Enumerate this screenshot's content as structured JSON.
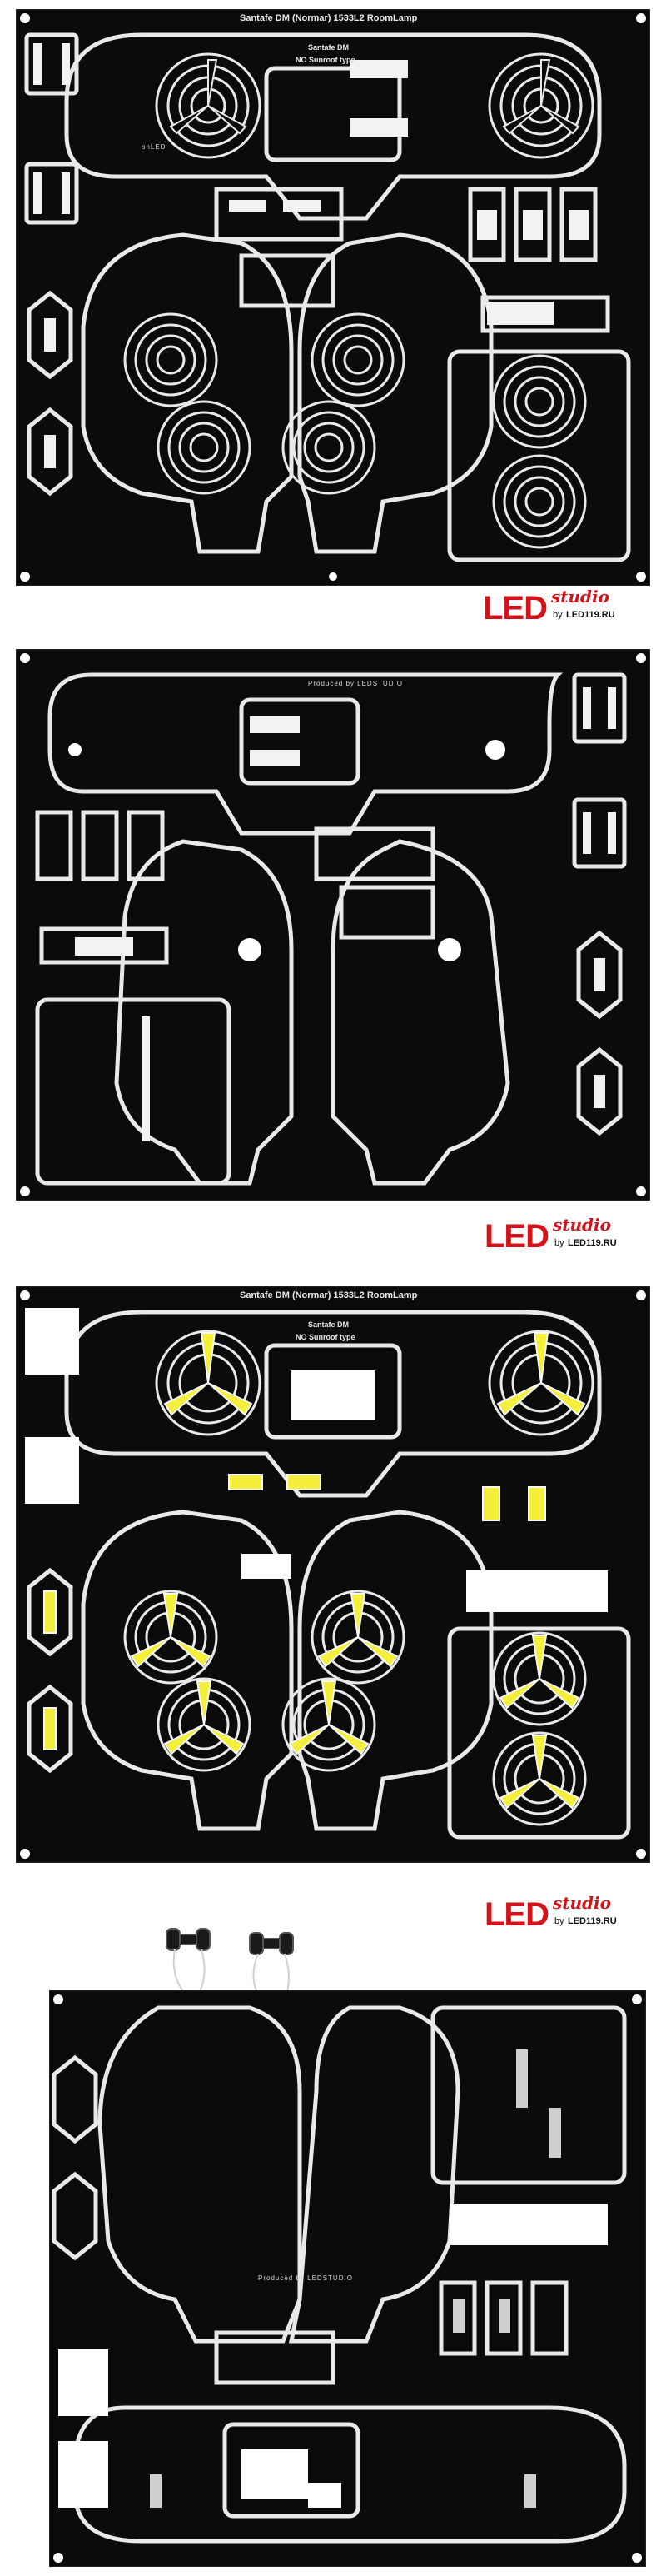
{
  "logo": {
    "led": "LED",
    "studio": "studio",
    "by": "by",
    "site": "LED119.RU"
  },
  "boards": {
    "board1_title": "Santafe DM (Normar) 1533L2 RoomLamp",
    "board1_sub1": "Santafe DM",
    "board1_sub2": "NO Sunroof type",
    "board2_produced": "Produced by LEDSTUDIO",
    "board3_title": "Santafe DM (Normar) 1533L2 RoomLamp",
    "board3_sub1": "Santafe DM",
    "board3_sub2": "NO Sunroof type",
    "board4_produced": "Produced by LEDSTUDIO",
    "brand_mark": "onLED"
  },
  "colors": {
    "board": "#0b0b0b",
    "trace": "#e9e9e9",
    "led_yellow": "#f3ef3a",
    "logo_red": "#d4121a"
  }
}
